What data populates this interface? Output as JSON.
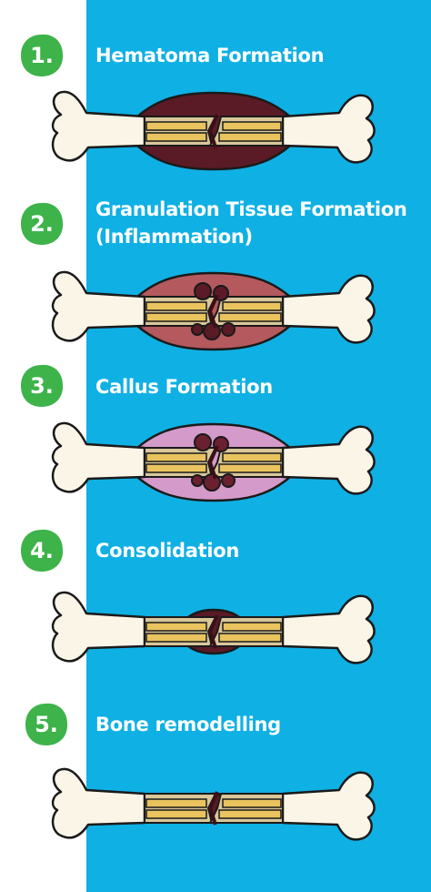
{
  "stages": [
    {
      "number": "1.",
      "title": "Hematoma Formation",
      "subtitle": "",
      "swelling_color": "#5a1a26",
      "swelling_shape": "ellipse"
    },
    {
      "number": "2.",
      "title": "Granulation Tissue Formation",
      "subtitle": "(Inflammation)",
      "swelling_color": "#b4595e",
      "swelling_shape": "ellipse"
    },
    {
      "number": "3.",
      "title": "Callus Formation",
      "subtitle": "",
      "swelling_color": "#d49ac9",
      "swelling_shape": "ellipse"
    },
    {
      "number": "4.",
      "title": "Consolidation",
      "subtitle": "",
      "swelling_color": "#5a1a26",
      "swelling_shape": "small"
    },
    {
      "number": "5.",
      "title": "Bone remodelling",
      "subtitle": "",
      "swelling_color": "#5a1a26",
      "swelling_shape": "tiny"
    }
  ],
  "colors": {
    "badge": "#3db34a",
    "panel": "#0fb0e4",
    "bone": "#fbf5e8",
    "marrow": "#e8c35e",
    "cortex": "#d9c79a"
  }
}
